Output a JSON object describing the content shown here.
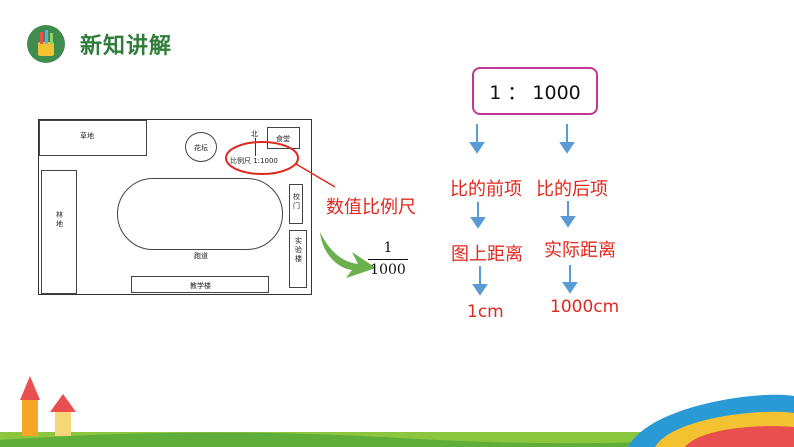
{
  "header": {
    "title": "新知讲解",
    "icon": "pencil-cup-icon"
  },
  "map": {
    "labels": {
      "grass": "草地",
      "flower_bed": "花坛",
      "north": "北",
      "canteen": "食堂",
      "scale": "比例尺  1:1000",
      "woods": "林地",
      "track": "跑道",
      "school_gate": "校门",
      "lab_building": "实验楼",
      "teaching_building": "教学楼"
    }
  },
  "ratio": {
    "text": "1 ： 1000"
  },
  "numeric_scale": {
    "label": "数值比例尺",
    "numerator": "1",
    "denominator": "1000"
  },
  "front_term": {
    "label": "比的前项",
    "meaning": "图上距离",
    "value": "1cm"
  },
  "back_term": {
    "label": "比的后项",
    "meaning": "实际距离",
    "value": "1000cm"
  },
  "colors": {
    "accent_red": "#e0281f",
    "arrow_blue": "#5b9bd5",
    "title_green": "#2f7d3a",
    "ratio_border": "#c2378f"
  }
}
